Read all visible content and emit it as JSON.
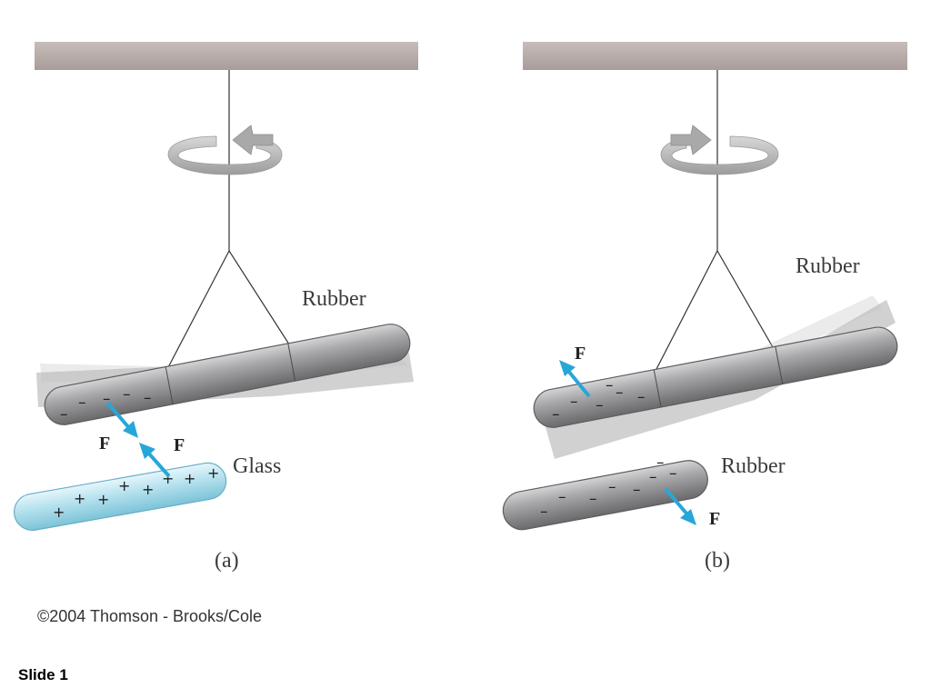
{
  "colors": {
    "ceiling": "#b5a9a6",
    "rod_rubber": "#9c9c9e",
    "rod_glass": "#a6dbe9",
    "force_arrow": "#27a7d8",
    "rotation_arrow": "#b9b9b9"
  },
  "panel_a": {
    "label_rubber": "Rubber",
    "label_glass": "Glass",
    "force_label_1": "F",
    "force_label_2": "F",
    "rubber_signs": [
      "–",
      "–",
      "–",
      "–",
      "–"
    ],
    "glass_signs": [
      "+",
      "+",
      "+",
      "+",
      "+",
      "+",
      "+",
      "+"
    ],
    "caption": "(a)",
    "rotation": "counterclockwise"
  },
  "panel_b": {
    "label_rubber_top": "Rubber",
    "label_rubber_bottom": "Rubber",
    "force_label_1": "F",
    "force_label_2": "F",
    "hanging_signs": [
      "–",
      "–",
      "–",
      "–",
      "–",
      "–"
    ],
    "fixed_signs": [
      "–",
      "–",
      "–",
      "–",
      "–",
      "–",
      "–",
      "–"
    ],
    "caption": "(b)",
    "rotation": "clockwise"
  },
  "footer": {
    "copyright": "©2004 Thomson - Brooks/Cole",
    "slide": "Slide 1"
  }
}
